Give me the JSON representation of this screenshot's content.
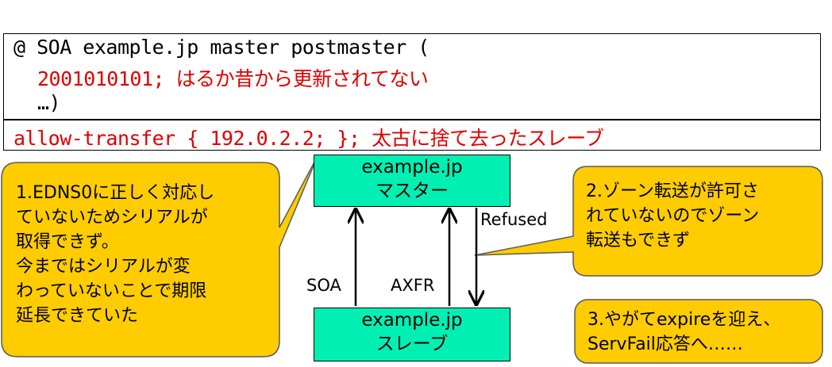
{
  "zone_file": {
    "soa_line": "@ SOA example.jp master postmaster (",
    "serial_line": "2001010101; はるか昔から更新されてない",
    "closing_line": "…)"
  },
  "acl_line": "allow-transfer { 192.0.2.2; }; 太古に捨て去ったスレーブ",
  "master": {
    "host": "example.jp",
    "role": "マスター"
  },
  "slave": {
    "host": "example.jp",
    "role": "スレーブ"
  },
  "arrows": {
    "soa": "SOA",
    "axfr": "AXFR",
    "refused": "Refused"
  },
  "callouts": {
    "c1": [
      "1.EDNS0に正しく対応し",
      "ていないためシリアルが",
      "取得できず。",
      "今まではシリアルが変",
      "わっていないことで期限",
      "延長できていた"
    ],
    "c2": [
      "2.ゾーン転送が許可さ",
      "れていないのでゾーン",
      "転送もできず"
    ],
    "c3": [
      "3.やがてexpireを迎え、",
      "ServFail応答へ……"
    ]
  },
  "colors": {
    "server_fill": "#00f0b4",
    "callout_fill": "#ffcc00",
    "emphasis_text": "#e00000"
  }
}
